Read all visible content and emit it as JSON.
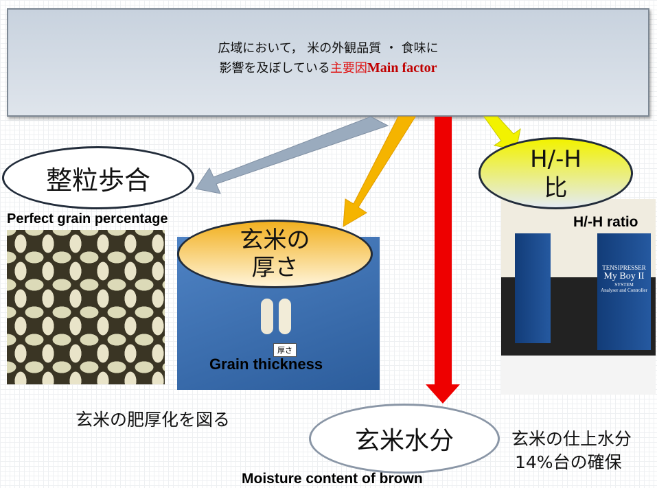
{
  "header": {
    "line1": "広域において， 米の外観品質 ・ 食味に",
    "line2_black": "影響を及ぼしている",
    "line2_red_jp": "主要因",
    "line2_red_en": "Main factor"
  },
  "factors": [
    {
      "jp": "整粒歩合",
      "en": "Perfect grain percentage"
    },
    {
      "jp_line1": "玄米の",
      "jp_line2": "厚さ",
      "en": "Grain thickness",
      "photo_tag": "厚さ"
    },
    {
      "jp_line1": "H/-H",
      "jp_line2": "比",
      "en": "H/-H ratio"
    },
    {
      "jp": "玄米水分",
      "en": "Moisture content of brown"
    }
  ],
  "notes": {
    "thickness": "玄米の肥厚化を図る",
    "moisture_line1": "玄米の仕上水分",
    "moisture_line2": "14%台の確保"
  },
  "machine": {
    "brand": "TENSIPRESSER",
    "model": "My Boy II",
    "system": "SYSTEM",
    "subtitle": "Analyser and Controller"
  },
  "colors": {
    "gray_arrow": "#9aabbe",
    "orange_arrow": "#f5b400",
    "red_arrow": "#ee0000",
    "yellow_arrow": "#f2f200"
  }
}
